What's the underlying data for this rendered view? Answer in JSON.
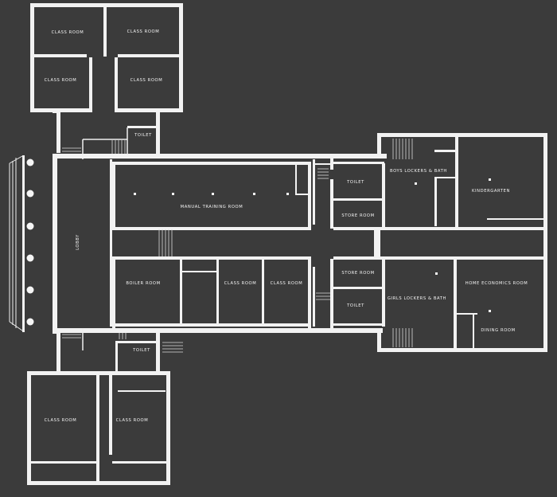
{
  "drawing": {
    "background": "#3b3b3b",
    "line_color": "#f2f2f2"
  },
  "rooms": {
    "class_room_nw_1": "CLASS ROOM",
    "class_room_nw_2": "CLASS ROOM",
    "class_room_nw_3": "CLASS ROOM",
    "class_room_nw_4": "CLASS ROOM",
    "toilet_north": "TOILET",
    "manual_training": "MANUAL TRAINING ROOM",
    "toilet_east_1": "TOILET",
    "store_room_1": "STORE ROOM",
    "boys_lockers": "BOYS LOCKERS & BATH",
    "kindergarten": "KINDERGARTEN",
    "lobby": "LOBBY",
    "boiler_room": "BOILER ROOM",
    "class_room_mid_1": "CLASS ROOM",
    "class_room_mid_2": "CLASS ROOM",
    "store_room_2": "STORE ROOM",
    "toilet_east_2": "TOILET",
    "girls_lockers": "GIRLS LOCKERS & BATH",
    "home_economics": "HOME ECONOMICS ROOM",
    "dining_room": "DINING ROOM",
    "toilet_south": "TOILET",
    "class_room_sw_1": "CLASS ROOM",
    "class_room_sw_2": "CLASS ROOM"
  }
}
